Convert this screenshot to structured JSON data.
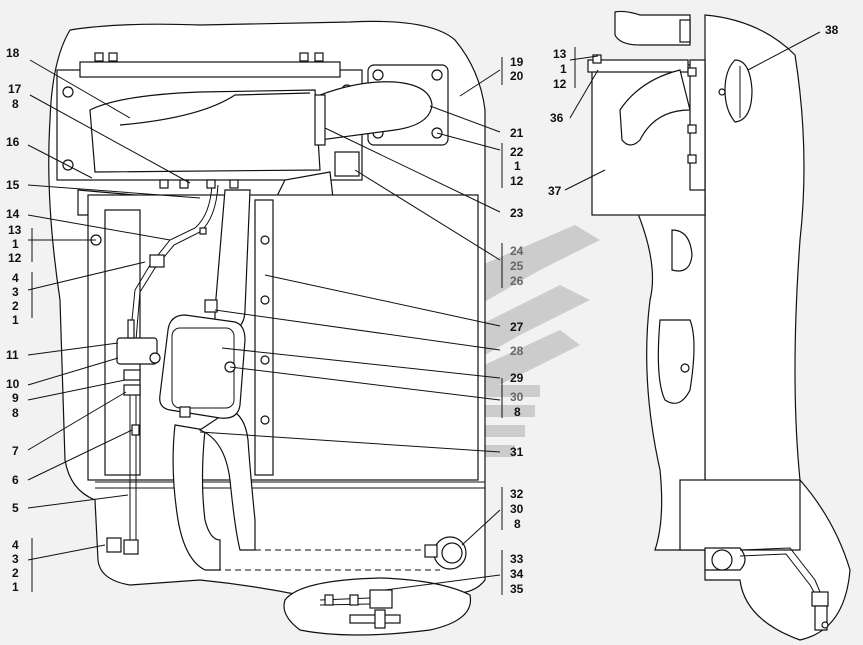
{
  "callouts": {
    "c18": "18",
    "c17": "17",
    "c8a": "8",
    "c16": "16",
    "c15": "15",
    "c14": "14",
    "c13a": "13",
    "c1a": "1",
    "c12a": "12",
    "c4a": "4",
    "c3a": "3",
    "c2a": "2",
    "c1b": "1",
    "c11": "11",
    "c10": "10",
    "c9": "9",
    "c8b": "8",
    "c7": "7",
    "c6": "6",
    "c5": "5",
    "c4b": "4",
    "c3b": "3",
    "c2b": "2",
    "c1c": "1",
    "c19": "19",
    "c20": "20",
    "c21": "21",
    "c22": "22",
    "c1d": "1",
    "c12b": "12",
    "c23": "23",
    "c24": "24",
    "c25": "25",
    "c26": "26",
    "c27": "27",
    "c28": "28",
    "c29": "29",
    "c30a": "30",
    "c8c": "8",
    "c31": "31",
    "c32": "32",
    "c30b": "30",
    "c8d": "8",
    "c33": "33",
    "c34": "34",
    "c35": "35",
    "c13b": "13",
    "c1e": "1",
    "c12c": "12",
    "c36": "36",
    "c37": "37",
    "c38": "38"
  },
  "watermark": {
    "color": "#c8c8c8",
    "type": "logo"
  },
  "colors": {
    "background": "#f2f2f2",
    "line": "#111111",
    "part_fill": "#ffffff"
  }
}
